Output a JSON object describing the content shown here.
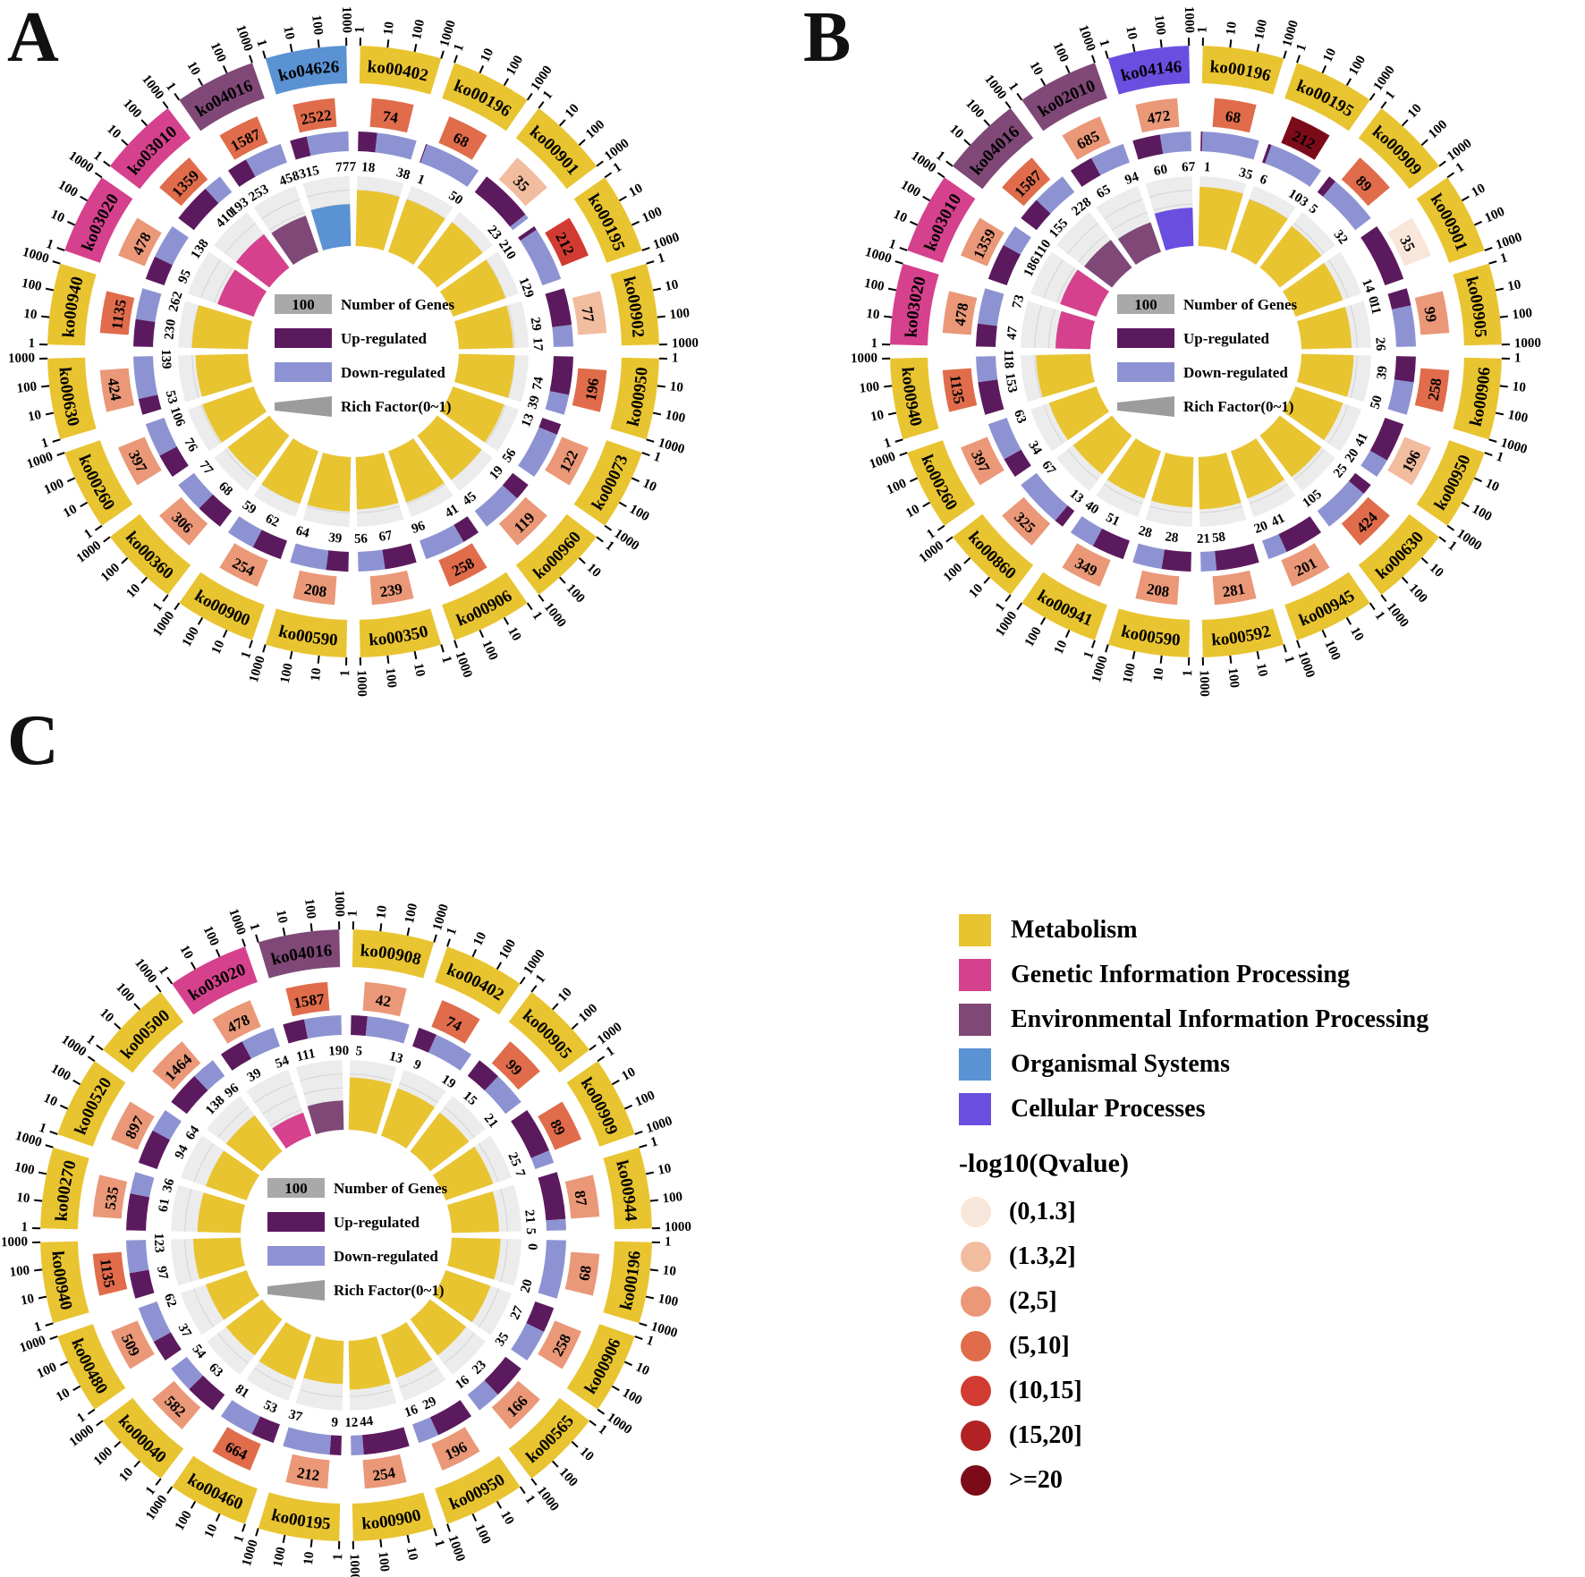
{
  "figure": {
    "panels": [
      {
        "label": "A"
      },
      {
        "label": "B"
      },
      {
        "label": "C"
      }
    ]
  },
  "legend": {
    "q_title": "-log10(Qvalue)"
  },
  "chart_data": {
    "type": "circos-enrichment",
    "description": "Three circular KEGG pathway enrichment plots (A, B, C). Rings outside-in: pathway ID on log axis 1-1000, number of genes (box colored by -log10 Qvalue), up/down-regulated gene counts, rich factor (0~1) wedge.",
    "axis_ticks": [
      "1",
      "10",
      "100",
      "1000"
    ],
    "categories": {
      "M": {
        "name": "Metabolism",
        "color": "#e9c431"
      },
      "G": {
        "name": "Genetic Information Processing",
        "color": "#d5418d"
      },
      "E": {
        "name": "Environmental Information Processing",
        "color": "#7f4877"
      },
      "O": {
        "name": "Organismal Systems",
        "color": "#5a92d3"
      },
      "C": {
        "name": "Cellular Processes",
        "color": "#6a4ee0"
      }
    },
    "qvalue_bins": [
      {
        "range": "(0,1.3]",
        "color": "#f9e6da"
      },
      {
        "range": "(1.3,2]",
        "color": "#f2bc9f"
      },
      {
        "range": "(2,5]",
        "color": "#ea9878"
      },
      {
        "range": "(5,10]",
        "color": "#e06c4b"
      },
      {
        "range": "(10,15]",
        "color": "#d23b31"
      },
      {
        "range": "(15,20]",
        "color": "#b22225"
      },
      {
        "range": ">=20",
        "color": "#7c0b19"
      }
    ],
    "rings": {
      "up_color": "#5c1a5e",
      "down_color": "#8d93d2",
      "track_color": "#ececec",
      "grid_color": "#d4d4d4",
      "gene_bar_color": "#a9a9a9",
      "rich_color": "#9c9c9c"
    },
    "inner_legend": {
      "gene_example": "100",
      "gene_label": "Number of Genes",
      "up_label": "Up-regulated",
      "down_label": "Down-regulated",
      "rich_label": "Rich Factor(0~1)"
    },
    "panels": [
      {
        "label": "A",
        "sectors": [
          {
            "id": "ko00402",
            "cat": "M",
            "genes": 74,
            "q": 3,
            "up": 18,
            "down": 38,
            "rich": 0.8
          },
          {
            "id": "ko00196",
            "cat": "M",
            "genes": 68,
            "q": 3,
            "up": 1,
            "down": 50,
            "rich": 0.8
          },
          {
            "id": "ko00901",
            "cat": "M",
            "genes": 35,
            "q": 1,
            "up": 23,
            "down": 2,
            "rich": 0.82
          },
          {
            "id": "ko00195",
            "cat": "M",
            "genes": 212,
            "q": 4,
            "up": 10,
            "down": 129,
            "rich": 0.8
          },
          {
            "id": "ko00902",
            "cat": "M",
            "genes": 77,
            "q": 1,
            "up": 29,
            "down": 17,
            "rich": 0.78
          },
          {
            "id": "ko00950",
            "cat": "M",
            "genes": 196,
            "q": 3,
            "up": 74,
            "down": 39,
            "rich": 0.8
          },
          {
            "id": "ko00073",
            "cat": "M",
            "genes": 122,
            "q": 2,
            "up": 13,
            "down": 56,
            "rich": 0.78
          },
          {
            "id": "ko00960",
            "cat": "M",
            "genes": 119,
            "q": 2,
            "up": 19,
            "down": 45,
            "rich": 0.8
          },
          {
            "id": "ko00906",
            "cat": "M",
            "genes": 258,
            "q": 3,
            "up": 41,
            "down": 96,
            "rich": 0.78
          },
          {
            "id": "ko00350",
            "cat": "M",
            "genes": 239,
            "q": 2,
            "up": 67,
            "down": 56,
            "rich": 0.75
          },
          {
            "id": "ko00590",
            "cat": "M",
            "genes": 208,
            "q": 2,
            "up": 39,
            "down": 64,
            "rich": 0.78
          },
          {
            "id": "ko00900",
            "cat": "M",
            "genes": 254,
            "q": 2,
            "up": 62,
            "down": 59,
            "rich": 0.8
          },
          {
            "id": "ko00360",
            "cat": "M",
            "genes": 306,
            "q": 2,
            "up": 68,
            "down": 77,
            "rich": 0.75
          },
          {
            "id": "ko00260",
            "cat": "M",
            "genes": 397,
            "q": 2,
            "up": 76,
            "down": 106,
            "rich": 0.78
          },
          {
            "id": "ko00630",
            "cat": "M",
            "genes": 424,
            "q": 2,
            "up": 53,
            "down": 139,
            "rich": 0.75
          },
          {
            "id": "ko00940",
            "cat": "M",
            "genes": 1135,
            "q": 3,
            "up": 230,
            "down": 262,
            "rich": 0.8
          },
          {
            "id": "ko03020",
            "cat": "G",
            "genes": 478,
            "q": 2,
            "up": 95,
            "down": 138,
            "rich": 0.55
          },
          {
            "id": "ko03010",
            "cat": "G",
            "genes": 1359,
            "q": 3,
            "up": 410,
            "down": 193,
            "rich": 0.6
          },
          {
            "id": "ko04016",
            "cat": "E",
            "genes": 1587,
            "q": 3,
            "up": 253,
            "down": 458,
            "rich": 0.55
          },
          {
            "id": "ko04626",
            "cat": "O",
            "genes": 2522,
            "q": 3,
            "up": 315,
            "down": 777,
            "rich": 0.6
          }
        ]
      },
      {
        "label": "B",
        "sectors": [
          {
            "id": "ko00196",
            "cat": "M",
            "genes": 68,
            "q": 3,
            "up": 1,
            "down": 35,
            "rich": 0.85
          },
          {
            "id": "ko00195",
            "cat": "M",
            "genes": 212,
            "q": 6,
            "up": 6,
            "down": 103,
            "rich": 0.8
          },
          {
            "id": "ko00909",
            "cat": "M",
            "genes": 89,
            "q": 3,
            "up": 5,
            "down": 32,
            "rich": 0.75
          },
          {
            "id": "ko00901",
            "cat": "M",
            "genes": 35,
            "q": 0,
            "up": 14,
            "down": 0,
            "rich": 0.72
          },
          {
            "id": "ko00905",
            "cat": "M",
            "genes": 99,
            "q": 2,
            "up": 11,
            "down": 26,
            "rich": 0.72
          },
          {
            "id": "ko00906",
            "cat": "M",
            "genes": 258,
            "q": 3,
            "up": 39,
            "down": 50,
            "rich": 0.75
          },
          {
            "id": "ko00950",
            "cat": "M",
            "genes": 196,
            "q": 1,
            "up": 41,
            "down": 20,
            "rich": 0.72
          },
          {
            "id": "ko00630",
            "cat": "M",
            "genes": 424,
            "q": 3,
            "up": 25,
            "down": 105,
            "rich": 0.75
          },
          {
            "id": "ko00945",
            "cat": "M",
            "genes": 201,
            "q": 2,
            "up": 41,
            "down": 20,
            "rich": 0.72
          },
          {
            "id": "ko00592",
            "cat": "M",
            "genes": 281,
            "q": 2,
            "up": 58,
            "down": 21,
            "rich": 0.75
          },
          {
            "id": "ko00590",
            "cat": "M",
            "genes": 208,
            "q": 2,
            "up": 28,
            "down": 28,
            "rich": 0.72
          },
          {
            "id": "ko00941",
            "cat": "M",
            "genes": 349,
            "q": 2,
            "up": 51,
            "down": 40,
            "rich": 0.72
          },
          {
            "id": "ko00860",
            "cat": "M",
            "genes": 325,
            "q": 2,
            "up": 13,
            "down": 67,
            "rich": 0.7
          },
          {
            "id": "ko00260",
            "cat": "M",
            "genes": 397,
            "q": 2,
            "up": 34,
            "down": 63,
            "rich": 0.72
          },
          {
            "id": "ko00940",
            "cat": "M",
            "genes": 1135,
            "q": 3,
            "up": 153,
            "down": 118,
            "rich": 0.78
          },
          {
            "id": "ko03020",
            "cat": "G",
            "genes": 478,
            "q": 2,
            "up": 47,
            "down": 73,
            "rich": 0.5
          },
          {
            "id": "ko03010",
            "cat": "G",
            "genes": 1359,
            "q": 2,
            "up": 186,
            "down": 110,
            "rich": 0.55
          },
          {
            "id": "ko04016",
            "cat": "E",
            "genes": 1587,
            "q": 3,
            "up": 155,
            "down": 228,
            "rich": 0.5
          },
          {
            "id": "ko02010",
            "cat": "E",
            "genes": 685,
            "q": 2,
            "up": 65,
            "down": 94,
            "rich": 0.45
          },
          {
            "id": "ko04146",
            "cat": "C",
            "genes": 472,
            "q": 2,
            "up": 60,
            "down": 67,
            "rich": 0.55
          }
        ]
      },
      {
        "label": "C",
        "sectors": [
          {
            "id": "ko00908",
            "cat": "M",
            "genes": 42,
            "q": 2,
            "up": 5,
            "down": 13,
            "rich": 0.75
          },
          {
            "id": "ko00402",
            "cat": "M",
            "genes": 74,
            "q": 3,
            "up": 9,
            "down": 19,
            "rich": 0.72
          },
          {
            "id": "ko00905",
            "cat": "M",
            "genes": 99,
            "q": 3,
            "up": 15,
            "down": 21,
            "rich": 0.7
          },
          {
            "id": "ko00909",
            "cat": "M",
            "genes": 89,
            "q": 3,
            "up": 25,
            "down": 7,
            "rich": 0.72
          },
          {
            "id": "ko00944",
            "cat": "M",
            "genes": 87,
            "q": 2,
            "up": 21,
            "down": 5,
            "rich": 0.68
          },
          {
            "id": "ko00196",
            "cat": "M",
            "genes": 68,
            "q": 2,
            "up": 0,
            "down": 20,
            "rich": 0.7
          },
          {
            "id": "ko00906",
            "cat": "M",
            "genes": 258,
            "q": 2,
            "up": 27,
            "down": 35,
            "rich": 0.68
          },
          {
            "id": "ko00565",
            "cat": "M",
            "genes": 166,
            "q": 2,
            "up": 23,
            "down": 16,
            "rich": 0.65
          },
          {
            "id": "ko00950",
            "cat": "M",
            "genes": 196,
            "q": 2,
            "up": 29,
            "down": 16,
            "rich": 0.65
          },
          {
            "id": "ko00900",
            "cat": "M",
            "genes": 254,
            "q": 2,
            "up": 44,
            "down": 12,
            "rich": 0.7
          },
          {
            "id": "ko00195",
            "cat": "M",
            "genes": 212,
            "q": 2,
            "up": 9,
            "down": 37,
            "rich": 0.62
          },
          {
            "id": "ko00460",
            "cat": "M",
            "genes": 664,
            "q": 3,
            "up": 53,
            "down": 81,
            "rich": 0.68
          },
          {
            "id": "ko00040",
            "cat": "M",
            "genes": 582,
            "q": 2,
            "up": 63,
            "down": 54,
            "rich": 0.65
          },
          {
            "id": "ko00480",
            "cat": "M",
            "genes": 509,
            "q": 2,
            "up": 37,
            "down": 62,
            "rich": 0.62
          },
          {
            "id": "ko00940",
            "cat": "M",
            "genes": 1135,
            "q": 3,
            "up": 97,
            "down": 123,
            "rich": 0.68
          },
          {
            "id": "ko00270",
            "cat": "M",
            "genes": 535,
            "q": 2,
            "up": 61,
            "down": 36,
            "rich": 0.62
          },
          {
            "id": "ko00520",
            "cat": "M",
            "genes": 897,
            "q": 2,
            "up": 94,
            "down": 64,
            "rich": 0.62
          },
          {
            "id": "ko00500",
            "cat": "M",
            "genes": 1464,
            "q": 2,
            "up": 138,
            "down": 96,
            "rich": 0.65
          },
          {
            "id": "ko03020",
            "cat": "G",
            "genes": 478,
            "q": 2,
            "up": 39,
            "down": 54,
            "rich": 0.35
          },
          {
            "id": "ko04016",
            "cat": "E",
            "genes": 1587,
            "q": 3,
            "up": 111,
            "down": 190,
            "rich": 0.42
          }
        ]
      }
    ]
  }
}
